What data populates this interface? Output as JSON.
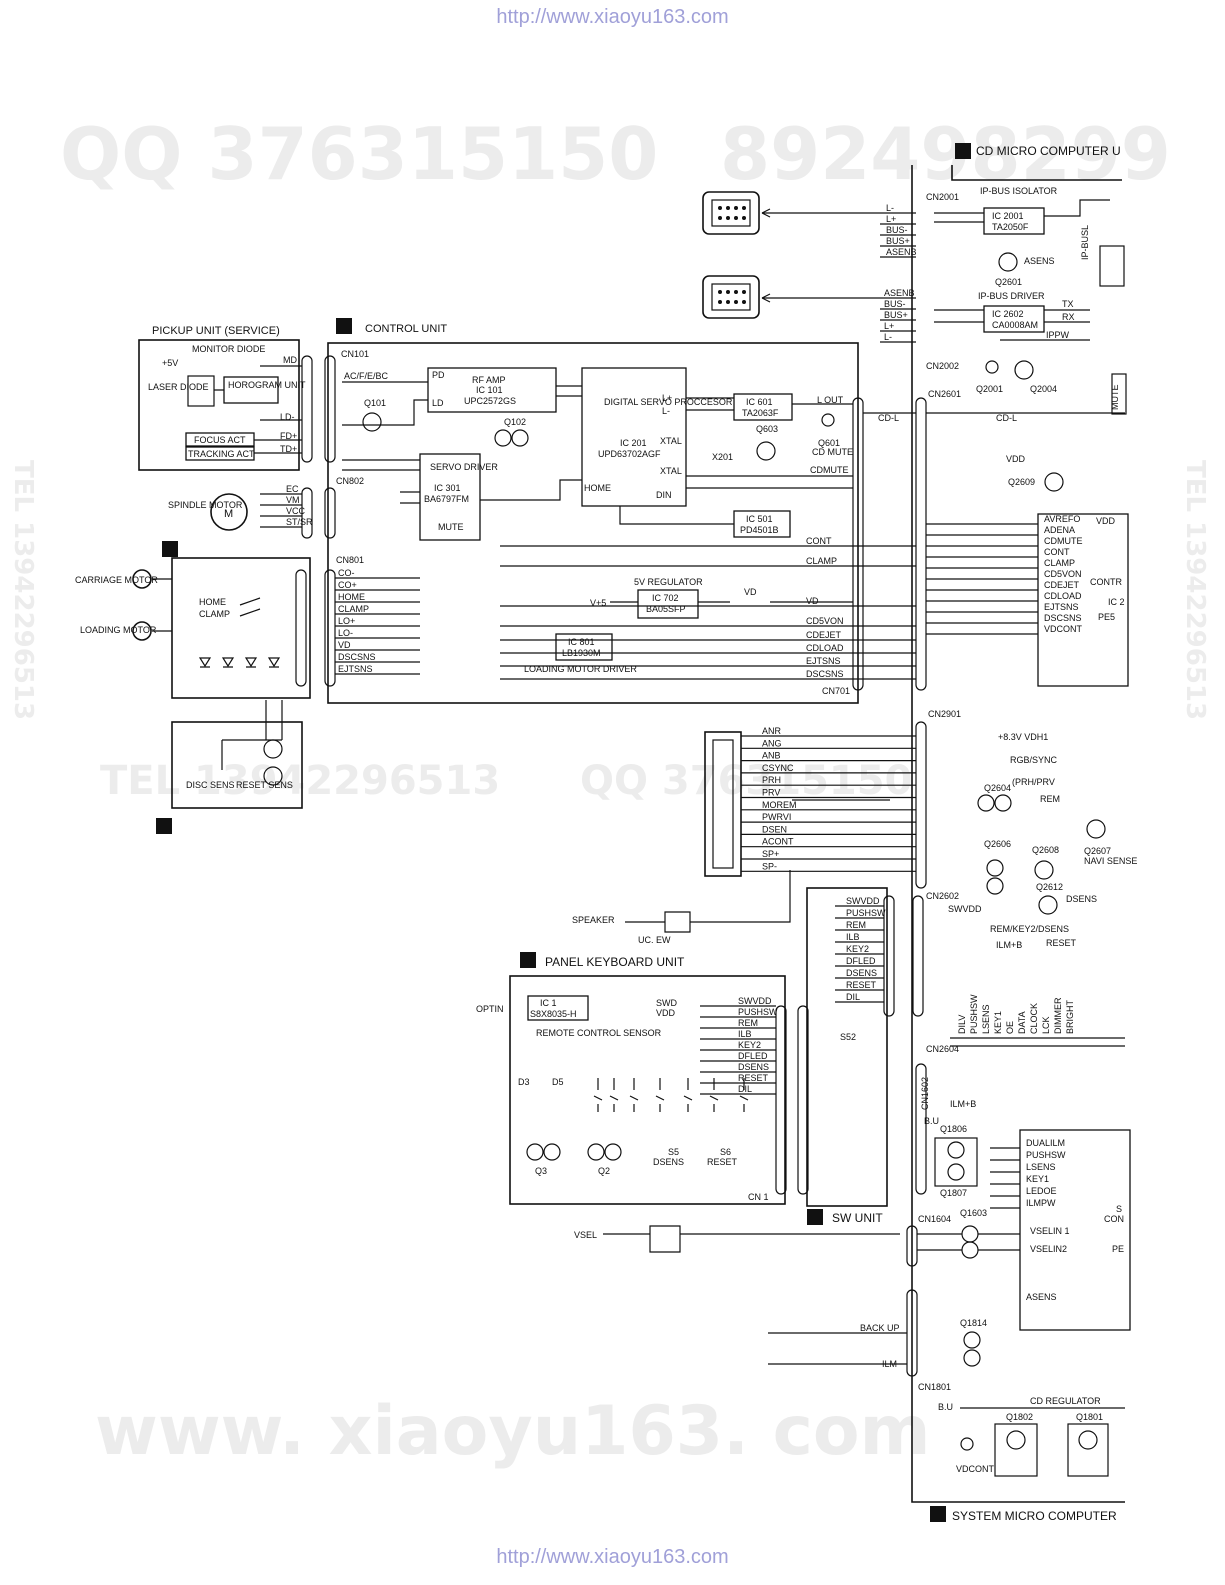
{
  "header": {
    "url": "http://www.xiaoyu163.com"
  },
  "footer": {
    "url": "http://www.xiaoyu163.com"
  },
  "watermarks": {
    "qq_top": "QQ 376315150",
    "num_top": "892498299",
    "tel_side": "TEL 13942296513",
    "tel_mid": "TEL 13942296513",
    "qq_mid": "QQ 376315150",
    "www_bottom": "www. xiaoyu163. com"
  },
  "sections": {
    "cd_micro": "CD MICRO COMPUTER U",
    "pickup": "PICKUP UNIT (SERVICE)",
    "control": "CONTROL UNIT",
    "panel": "PANEL KEYBOARD UNIT",
    "sw_unit": "SW UNIT",
    "system": "SYSTEM MICRO COMPUTER"
  },
  "ics": {
    "isolator": {
      "title": "IP-BUS ISOLATOR",
      "ref": "IC 2001",
      "part": "TA2050F"
    },
    "ipdriver": {
      "title": "IP-BUS DRIVER",
      "ref": "IC 2602",
      "part": "CA0008AM"
    },
    "rfamp": {
      "title": "RF AMP",
      "ref": "IC 101",
      "part": "UPC2572GS"
    },
    "dsp": {
      "title": "DIGITAL SERVO PROCCESOR",
      "ref": "IC 201",
      "part": "UPD63702AGF"
    },
    "ic601": {
      "ref": "IC 601",
      "part": "TA2063F"
    },
    "servo": {
      "title": "SERVO DRIVER",
      "ref": "IC 301",
      "part": "BA6797FM"
    },
    "ic501": {
      "ref": "IC 501",
      "part": "PD4501B"
    },
    "reg5v": {
      "title": "5V REGULATOR",
      "ref": "IC 702",
      "part": "BA05SFP"
    },
    "ic801": {
      "ref": "IC 801",
      "part": "LB1930M",
      "caption": "LOADING MOTOR DRIVER"
    },
    "ic1": {
      "ref": "IC 1",
      "part": "S8X8035-H",
      "caption": "REMOTE CONTROL SENSOR"
    },
    "cdreg": {
      "title": "CD REGULATOR"
    }
  },
  "pickup_labels": {
    "monitor": "MONITOR DIODE",
    "plus5v": "+5V",
    "laser": "LASER DIODE",
    "horogram": "HOROGRAM UNIT",
    "focus": "FOCUS ACT",
    "tracking": "TRACKING ACT",
    "spindle": "SPINDLE MOTOR",
    "carriage": "CARRIAGE MOTOR",
    "loading": "LOADING MOTOR",
    "home": "HOME",
    "clamp": "CLAMP",
    "disc": "DISC SENS",
    "reset": "RESET SENS",
    "md": "MD",
    "ld": "LD-",
    "fd": "FD+",
    "td": "TD+",
    "motor_m": "M"
  },
  "connectors": [
    "CN2001",
    "CN2002",
    "CN2601",
    "CN101",
    "CN802",
    "CN801",
    "CN701",
    "CN2901",
    "CN2602",
    "CN2604",
    "CN1602",
    "CN1604",
    "CN1801",
    "CN 1"
  ],
  "signals": {
    "ipbus_a": [
      "L-",
      "L+",
      "BUS-",
      "BUS+",
      "ASENB"
    ],
    "ipbus_b": [
      "ASENB",
      "BUS-",
      "BUS+",
      "L+",
      "L-"
    ],
    "cn802": [
      "EC",
      "VM",
      "VCC",
      "ST/SR"
    ],
    "cn801": [
      "CO-",
      "CO+",
      "HOME",
      "CLAMP",
      "LO+",
      "LO-",
      "VD",
      "DSCSNS",
      "EJTSNS"
    ],
    "cn701": [
      "CONT",
      "CLAMP",
      "VD",
      "CD5VON",
      "CDEJET",
      "CDLOAD",
      "EJTSNS",
      "DSCSNS"
    ],
    "cdmicro": [
      "AVREFO",
      "ADENA",
      "CDMUTE",
      "CONT",
      "CLAMP",
      "CD5VON",
      "CDEJET",
      "CDLOAD",
      "EJTSNS",
      "DSCSNS",
      "VDCONT"
    ],
    "cn2901": [
      "ANR",
      "ANG",
      "ANB",
      "CSYNC",
      "PRH",
      "PRV",
      "MOREM",
      "PWRVI",
      "DSEN",
      "ACONT",
      "SP+",
      "SP-"
    ],
    "sw": [
      "SWVDD",
      "PUSHSW",
      "REM",
      "ILB",
      "KEY2",
      "DFLED",
      "DSENS",
      "RESET",
      "DIL"
    ],
    "sysmicro": [
      "DUALILM",
      "PUSHSW",
      "LSENS",
      "KEY1",
      "LEDOE",
      "ILMPW"
    ]
  },
  "texts": {
    "speaker": "SPEAKER",
    "ucew": "UC. EW",
    "vsel": "VSEL",
    "backup": "BACK UP",
    "ilm": "ILM",
    "bu": "B.U",
    "vdcont": "VDCONT",
    "lout": "L OUT",
    "cdl": "CD-L",
    "cdmute": "CD MUTE",
    "rgb": "RGB/SYNC",
    "prhprv": "(PRH/PRV",
    "remkey": "REM/KEY2/DSENS",
    "ilmb": "ILM+B",
    "navi": "NAVI SENSE",
    "vdh": "+8.3V VDH1",
    "swvdd_arrow": "SWVDD",
    "optin": "OPTIN",
    "s52": "S52",
    "vselin1": "VSELIN 1",
    "vselin2": "VSELIN2",
    "asens": "ASENS",
    "ipbusl": "IP-BUSL",
    "ippw": "IPPW",
    "mute": "MUTE",
    "ctrl": "CONTR",
    "sys_s": "S",
    "sys_con": "CON",
    "sys_pe": "PE",
    "ic2": "IC 2",
    "pe5": "PE5",
    "q": [
      "Q2601",
      "Q2001",
      "Q2004",
      "Q101",
      "Q102",
      "Q603",
      "Q601",
      "Q2609",
      "Q2604",
      "Q2606",
      "Q2608",
      "Q2607",
      "Q2612",
      "Q1806",
      "Q1807",
      "Q1603",
      "Q1814",
      "Q1802",
      "Q1801",
      "D3",
      "D5",
      "Q3",
      "Q2",
      "S5",
      "S6"
    ]
  },
  "colors": {
    "ink": "#111111",
    "watermark": "#e6e6e6",
    "link": "#8f8fd0"
  }
}
